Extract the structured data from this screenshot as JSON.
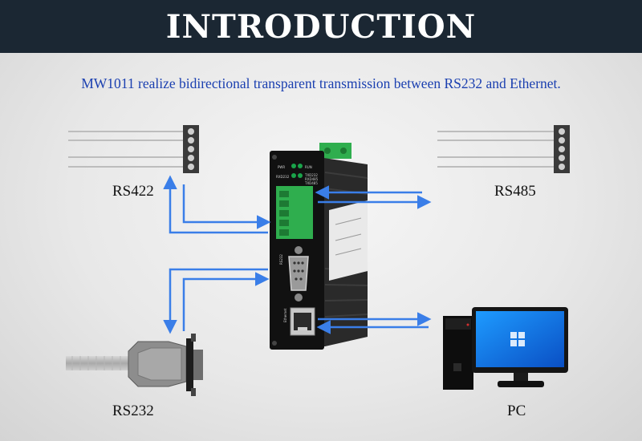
{
  "header": {
    "title": "INTRODUCTION"
  },
  "subtitle": "MW1011 realize bidirectional transparent transmission between RS232 and Ethernet.",
  "labels": {
    "rs422": "RS422",
    "rs485": "RS485",
    "rs232": "RS232",
    "pc": "PC"
  },
  "device": {
    "led_labels": [
      "PWR",
      "RUN",
      "RXD232",
      "TXD232",
      "RXD485",
      "TXD485"
    ],
    "port_label_serial": "RS232",
    "port_label_ethernet": "Ethernet"
  },
  "colors": {
    "header_bg": "#1b2733",
    "subtitle": "#1a3fb0",
    "arrow": "#3a7ee8",
    "terminal_green": "#2fae4e"
  }
}
